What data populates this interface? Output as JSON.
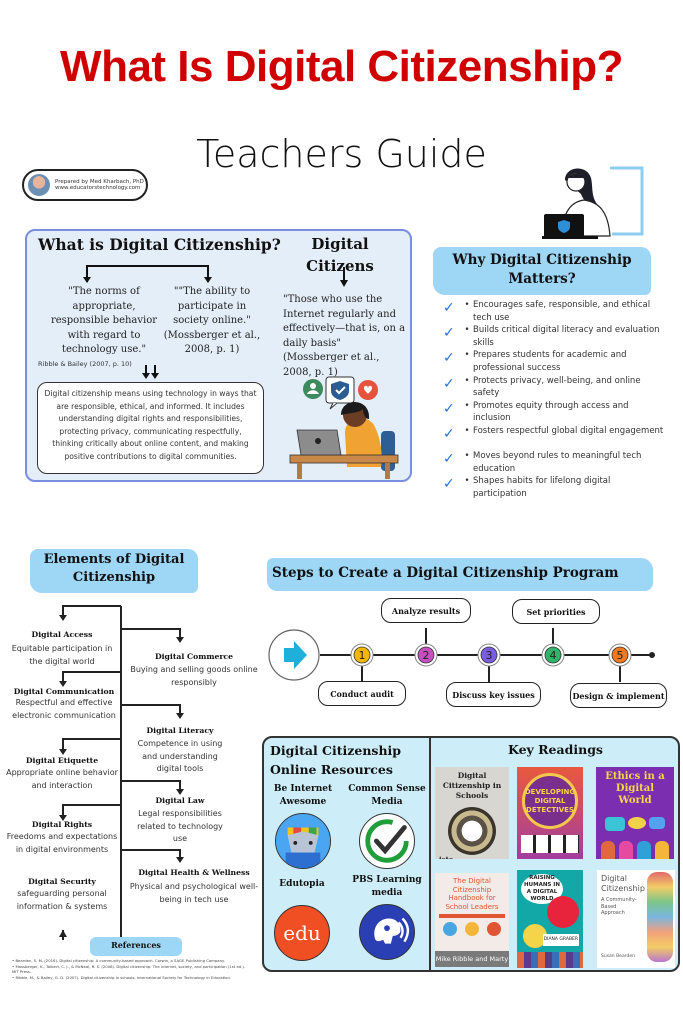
{
  "header": {
    "title": "What Is Digital Citizenship?",
    "subtitle": "Teachers Guide",
    "author_line": "Prepared by Med Kharbach, PhD",
    "author_site": "www.educatorstechnology.com"
  },
  "what_is": {
    "title": "What is Digital Citizenship?",
    "quote_1": "\"The norms of appropriate, responsible behavior with regard to technology use.\"",
    "citation_1": "Ribble & Bailey (2007, p. 10)",
    "quote_2": "\"\"The ability to participate in society online.\" (Mossberger et al., 2008, p. 1)",
    "definition": "Digital citizenship means using technology in ways that are responsible, ethical, and informed. It includes understanding digital rights and responsibilities, protecting privacy, communicating respectfully, thinking critically about online content, and making positive contributions to digital communities."
  },
  "digital_citizens": {
    "title": "Digital Citizens",
    "quote": "\"Those who use the Internet regularly and effectively—that is, on a daily basis\" (Mossberger et al., 2008, p. 1)"
  },
  "why_matters": {
    "title": "Why Digital Citizenship Matters?",
    "items": [
      "Encourages safe, responsible, and ethical tech use",
      "Builds critical digital literacy and evaluation skills",
      "Prepares students for academic and professional success",
      "Protects privacy, well-being, and online safety",
      "Promotes equity through access and inclusion",
      "Fosters respectful global digital engagement",
      "Moves beyond rules to meaningful tech education",
      "Shapes habits for lifelong digital participation"
    ]
  },
  "elements": {
    "title": "Elements of Digital Citizenship",
    "left": [
      {
        "name": "Digital Access",
        "desc": "Equitable participation in the digital world"
      },
      {
        "name": "Digital Communication",
        "desc": "Respectful and effective electronic communication"
      },
      {
        "name": "Digital Etiquette",
        "desc": "Appropriate online behavior and interaction"
      },
      {
        "name": "Digital Rights",
        "desc": "Freedoms and expectations in digital environments"
      },
      {
        "name": "Digital Security",
        "desc": "safeguarding personal information & systems"
      }
    ],
    "right": [
      {
        "name": "Digital Commerce",
        "desc": "Buying and selling goods online responsibly"
      },
      {
        "name": "Digital Literacy",
        "desc": "Competence in using and understanding digital tools"
      },
      {
        "name": "Digital Law",
        "desc": "Legal responsibilities related to technology use"
      },
      {
        "name": "Digital Health & Wellness",
        "desc": "Physical and psychological well-being in tech use"
      }
    ]
  },
  "references": {
    "title": "References",
    "items": [
      "Bearden, S. M. (2016). Digital citizenship: A community-based approach. Corwin, a SAGE Publishing Company.",
      "Mossberger, K., Tolbert, C. J., & McNeal, R. S. (2008). Digital citizenship: The internet, society, and participation (1st ed.). MIT Press.",
      "Ribble, M., & Bailey, G. D. (2007). Digital citizenship in schools. International Society for Technology in Education."
    ]
  },
  "steps": {
    "title": "Steps to Create a Digital Citizenship Program",
    "items": [
      {
        "number": "1",
        "label": "Conduct audit",
        "color": "#f2b705"
      },
      {
        "number": "2",
        "label": "Analyze results",
        "color": "#c84fc0"
      },
      {
        "number": "3",
        "label": "Discuss key issues",
        "color": "#7a5ce0"
      },
      {
        "number": "4",
        "label": "Set priorities",
        "color": "#2fb56a"
      },
      {
        "number": "5",
        "label": "Design & implement",
        "color": "#f07a22"
      }
    ],
    "start_icon": "arrow-right-icon"
  },
  "resources": {
    "title": "Digital Citizenship Online Resources",
    "items": [
      {
        "name": "Be Internet Awesome",
        "icon": "be-internet-awesome-logo"
      },
      {
        "name": "Common Sense Media",
        "icon": "checkmark-logo"
      },
      {
        "name": "Edutopia",
        "icon": "edu-logo",
        "logo_text": "edu"
      },
      {
        "name": "PBS Learning media",
        "icon": "pbs-logo"
      }
    ]
  },
  "key_readings": {
    "title": "Key Readings",
    "books": [
      {
        "title": "Digital Citizenship in Schools",
        "footer": "iste"
      },
      {
        "title": "DEVELOPING DIGITAL DETECTIVES"
      },
      {
        "title": "Ethics in a Digital World"
      },
      {
        "title": "The Digital Citizenship Handbook for School Leaders",
        "footer": "Mike Ribble and Marty Park"
      },
      {
        "title": "RAISING HUMANS IN A DIGITAL WORLD",
        "footer": "DIANA GRABER"
      },
      {
        "title": "Digital Citizenship",
        "subtitle": "A Community-Based Approach",
        "footer": "Susan Bearden"
      }
    ]
  }
}
